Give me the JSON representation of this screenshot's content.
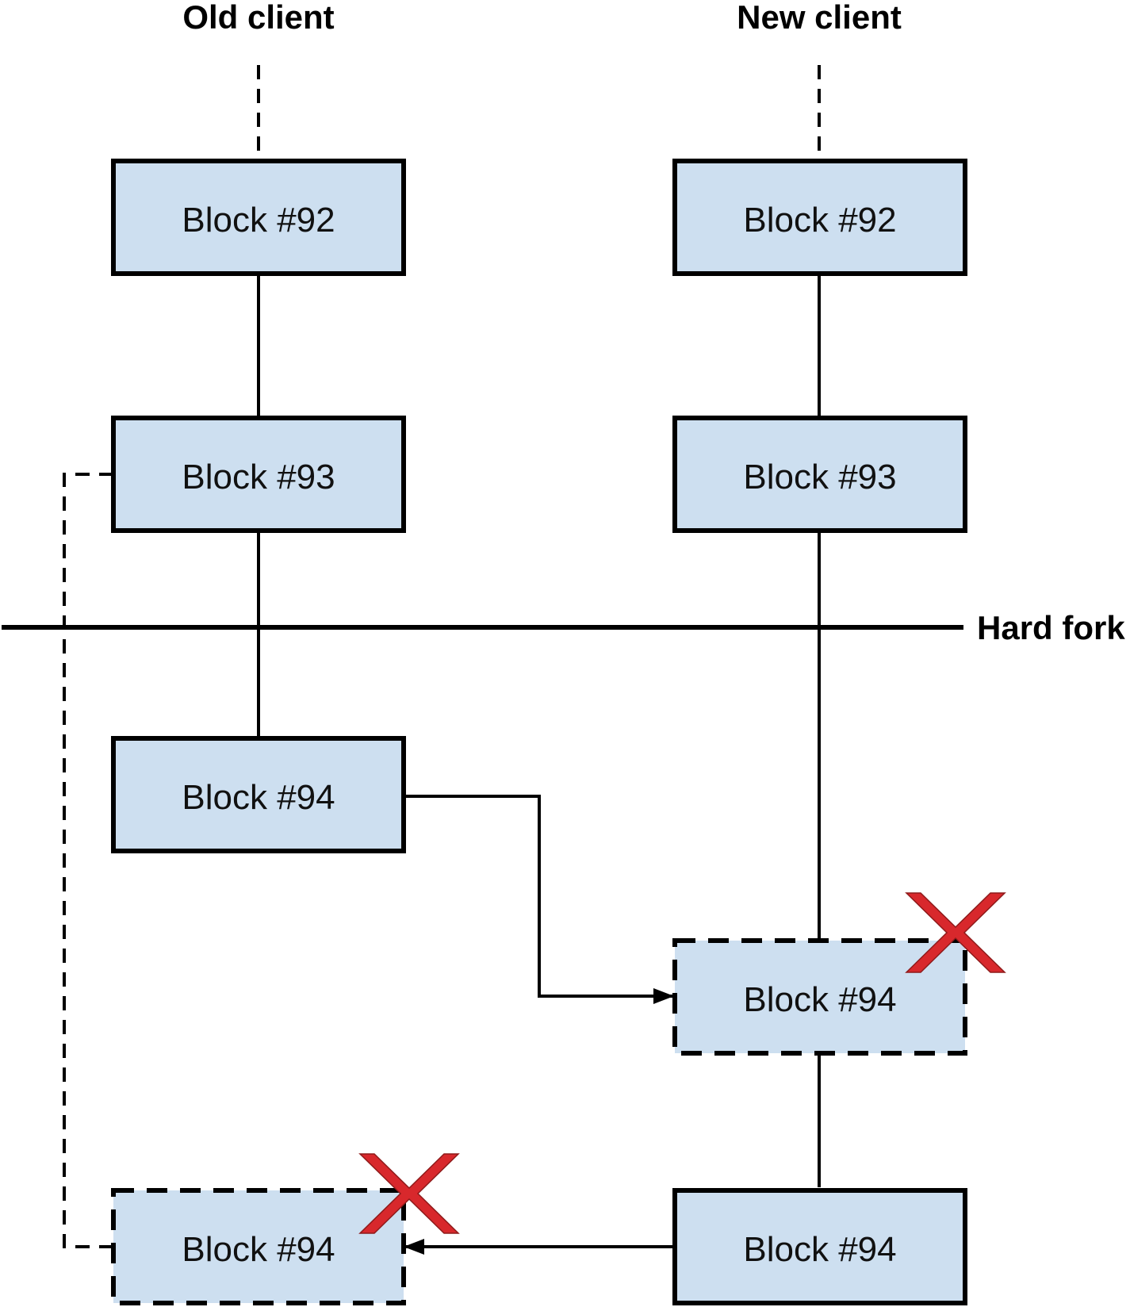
{
  "columns": {
    "old_client": "Old client",
    "new_client": "New client"
  },
  "fork": {
    "label": "Hard fork"
  },
  "blocks": {
    "old_92": "Block #92",
    "old_93": "Block #93",
    "old_94": "Block #94",
    "old_94_rejected": "Block #94",
    "new_92": "Block #92",
    "new_93": "Block #93",
    "new_94_rejected": "Block #94",
    "new_94": "Block #94"
  },
  "colors": {
    "block_fill": "#cddff0",
    "reject_mark": "#d8282c",
    "stroke": "#000000"
  },
  "icons": {
    "reject": "red-x-icon"
  }
}
